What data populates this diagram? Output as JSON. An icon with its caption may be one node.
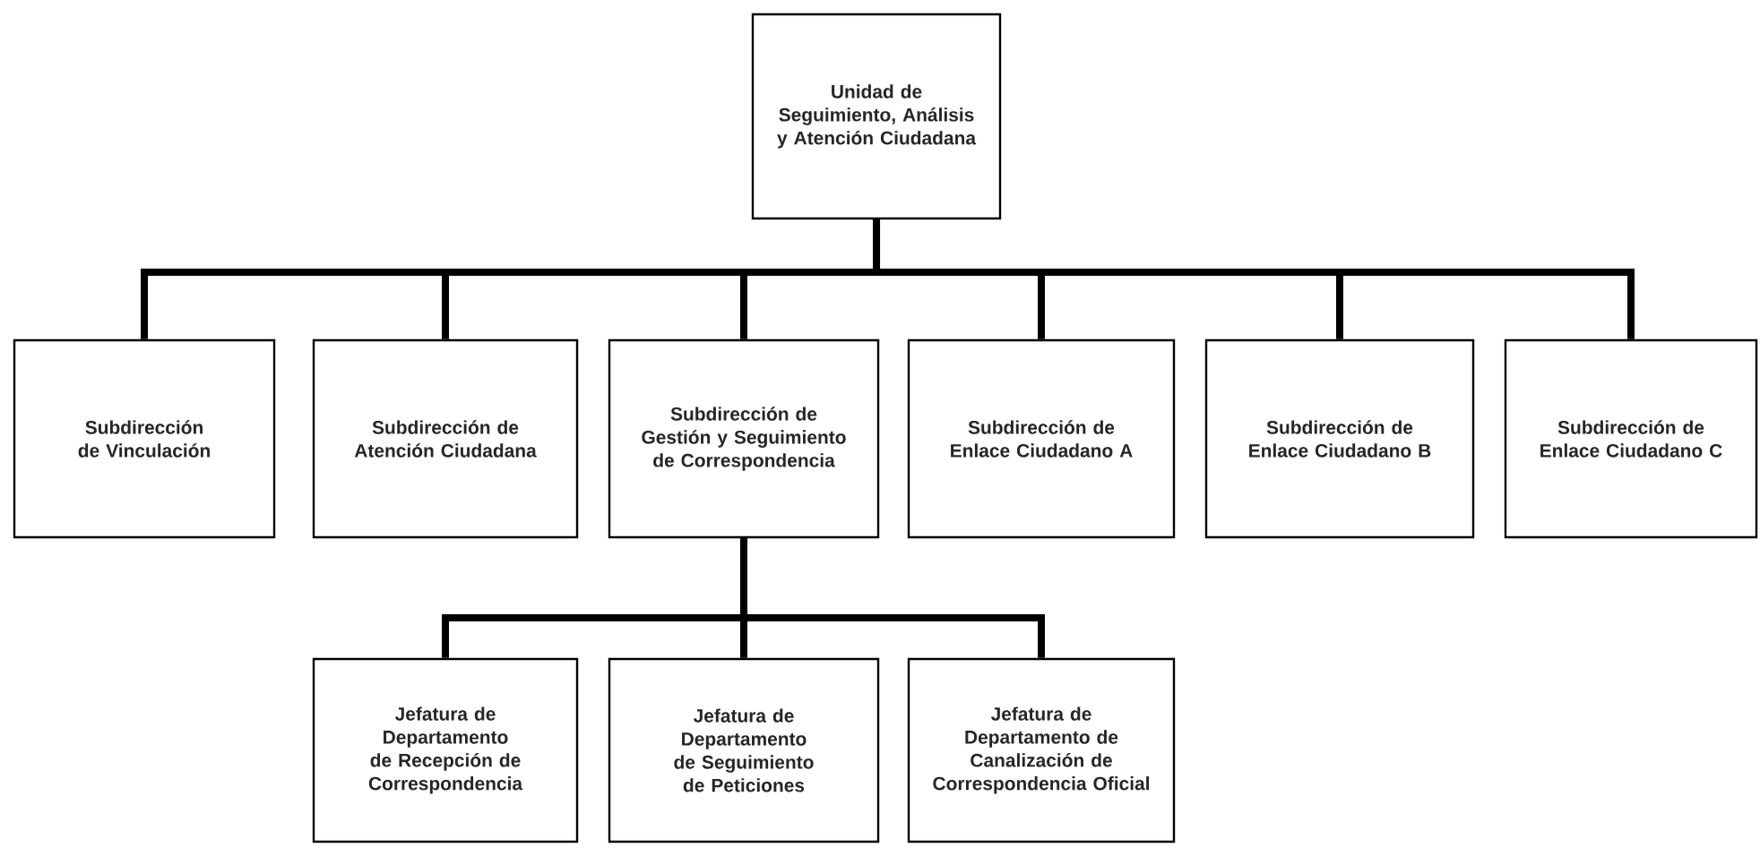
{
  "diagram": {
    "nodes": [
      {
        "text": [
          "Unidad de Seguimiento, Análisis y Atención Ciudadana"
        ]
      },
      {
        "text": [
          "Subdirección de Vinculación"
        ]
      },
      {
        "text": [
          "Subdirección de Atención Ciudadana"
        ]
      },
      {
        "text": [
          "Subdirección de Gestión y Seguimiento de Correspondencia"
        ]
      },
      {
        "text": [
          "Subdirección de Enlace Ciudadano A"
        ]
      },
      {
        "text": [
          "Subdirección de Enlace Ciudadano B"
        ]
      },
      {
        "text": [
          "Subdirección de Enlace Ciudadano C"
        ]
      },
      {
        "text": [
          "Jefatura de Departamento de Recepción de Correspondencia"
        ]
      },
      {
        "text": [
          "Jefatura de Departamento de Seguimiento de Peticiones"
        ]
      },
      {
        "text": [
          "Jefatura de Departamento de Canalización de Correspondencia Oficial"
        ]
      }
    ],
    "edges": [
      {
        "from": 0,
        "to": 1,
        "arrow": "none"
      },
      {
        "from": 0,
        "to": 2,
        "arrow": "none"
      },
      {
        "from": 0,
        "to": 3,
        "arrow": "none"
      },
      {
        "from": 0,
        "to": 4,
        "arrow": "none"
      },
      {
        "from": 0,
        "to": 5,
        "arrow": "none"
      },
      {
        "from": 0,
        "to": 6,
        "arrow": "none"
      },
      {
        "from": 3,
        "to": 7,
        "arrow": "none"
      },
      {
        "from": 3,
        "to": 8,
        "arrow": "none"
      },
      {
        "from": 3,
        "to": 9,
        "arrow": "none"
      }
    ]
  }
}
